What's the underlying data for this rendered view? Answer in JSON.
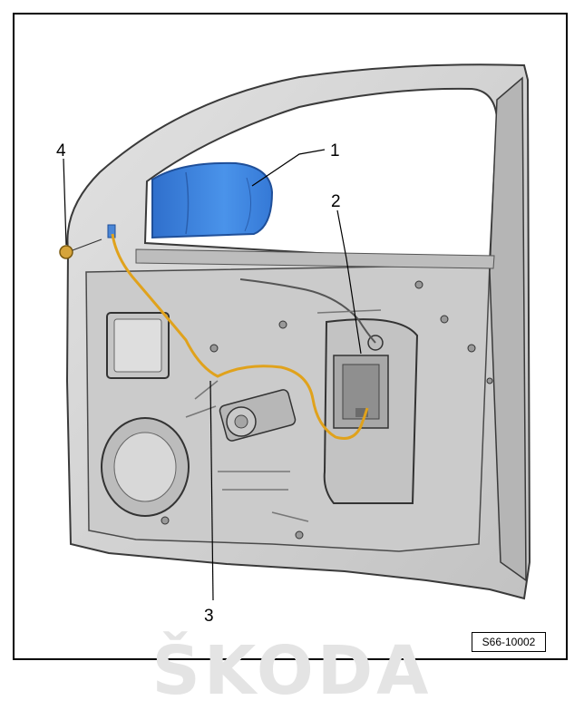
{
  "callouts": {
    "c1": "1",
    "c2": "2",
    "c3": "3",
    "c4": "4"
  },
  "reference_code": "S66-10002",
  "watermark": "ŠKODA",
  "colors": {
    "door_fill": "#d4d4d4",
    "door_dark": "#a9a9a9",
    "outline": "#3a3a3a",
    "mirror": "#3f86e0",
    "mirror_dark": "#2a64b8",
    "cable": "#e0a21c"
  }
}
